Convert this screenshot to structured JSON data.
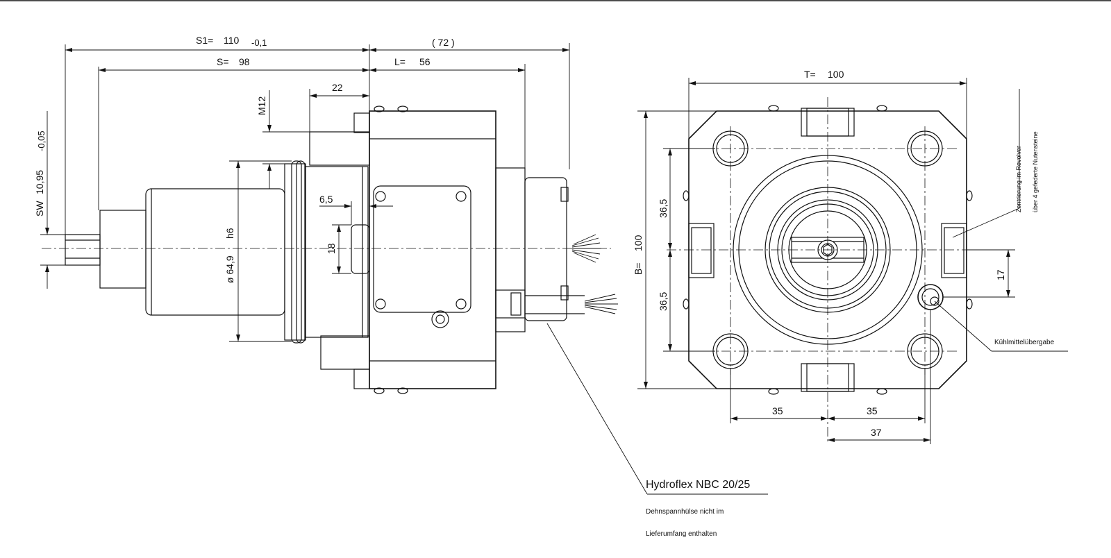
{
  "side_view": {
    "s1_label": "S1=",
    "s1_value": "110",
    "s1_tolerance": "-0,1",
    "s_label": "S=",
    "s_value": "98",
    "ref_length": "( 72 )",
    "l_label": "L=",
    "l_value": "56",
    "dim_22": "22",
    "thread": "M12",
    "sw_label": "SW",
    "sw_value": "10,95",
    "sw_tolerance": "-0,05",
    "shank_tolerance": "h6",
    "diameter": "ø 64,9",
    "dim_6_5": "6,5",
    "dim_18": "18"
  },
  "front_view": {
    "t_label": "T=",
    "t_value": "100",
    "b_label": "B=",
    "b_value": "100",
    "dim_36_5_upper": "36,5",
    "dim_36_5_lower": "36,5",
    "dim_35_left": "35",
    "dim_35_right": "35",
    "dim_37": "37",
    "dim_17": "17",
    "note_centering_line1": "Zentrierung im Revolver",
    "note_centering_line2": "über 4 gefederte Nutensteine",
    "note_coolant": "Kühlmittelübergabe"
  },
  "callout": {
    "title": "Hydroflex NBC 20/25",
    "line1": "Dehnspannhülse nicht im",
    "line2": "Lieferumfang enthalten"
  }
}
